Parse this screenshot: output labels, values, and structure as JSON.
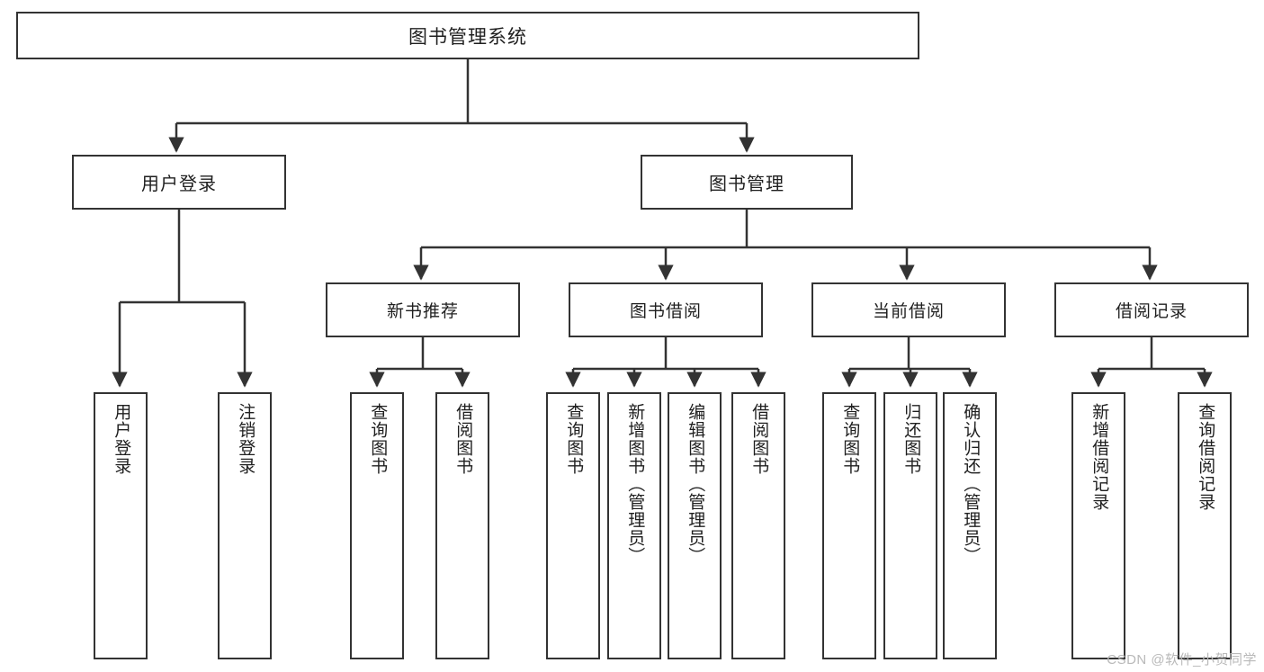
{
  "diagram": {
    "title": "图书管理系统",
    "watermark": "CSDN @软件_小贺同学",
    "colors": {
      "stroke": "#333333",
      "text": "#1f1f1f",
      "background": "#ffffff",
      "watermark": "#b9b9b9"
    },
    "root": {
      "label": "图书管理系统"
    },
    "level1": [
      {
        "label": "用户登录"
      },
      {
        "label": "图书管理"
      }
    ],
    "level2": [
      {
        "label": "新书推荐"
      },
      {
        "label": "图书借阅"
      },
      {
        "label": "当前借阅"
      },
      {
        "label": "借阅记录"
      }
    ],
    "leaves": [
      {
        "label": "用户登录"
      },
      {
        "label": "注销登录"
      },
      {
        "label": "查询图书"
      },
      {
        "label": "借阅图书"
      },
      {
        "label": "查询图书"
      },
      {
        "label": "新增图书（管理员）"
      },
      {
        "label": "编辑图书（管理员）"
      },
      {
        "label": "借阅图书"
      },
      {
        "label": "查询图书"
      },
      {
        "label": "归还图书"
      },
      {
        "label": "确认归还（管理员）"
      },
      {
        "label": "新增借阅记录"
      },
      {
        "label": "查询借阅记录"
      }
    ]
  }
}
